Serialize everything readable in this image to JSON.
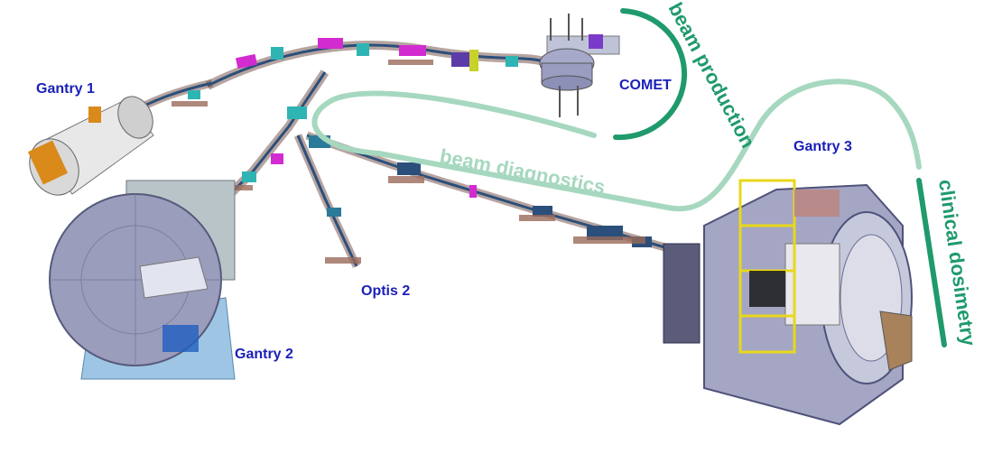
{
  "labels": {
    "gantry1": "Gantry 1",
    "comet": "COMET",
    "gantry3": "Gantry 3",
    "optis2": "Optis 2",
    "gantry2": "Gantry 2"
  },
  "areas": {
    "beam_production": "beam production",
    "beam_diagnostics": "beam diagnostics",
    "clinical_dosimetry": "clinical dosimetry"
  },
  "colors": {
    "label_text": "#1a1fb8",
    "accent_dark": "#1f9a6c",
    "accent_light": "#a6d8bf"
  }
}
